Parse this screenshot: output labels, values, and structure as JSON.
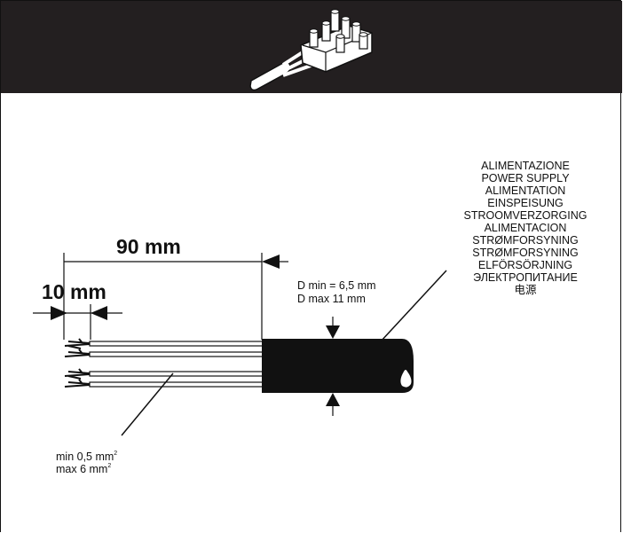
{
  "dimensions": {
    "strip_length": "90 mm",
    "wire_strip": "10 mm",
    "cable_diameter_min": "D min = 6,5 mm",
    "cable_diameter_max": "D max 11 mm"
  },
  "conductor": {
    "min_section": "min 0,5 mm",
    "max_section": "max 6 mm",
    "unit_exponent": "2"
  },
  "power_supply_labels": [
    "ALIMENTAZIONE",
    "POWER SUPPLY",
    "ALIMENTATION",
    "EINSPEISUNG",
    "STROOMVERZORGING",
    "ALIMENTACION",
    "STRØMFORSYNING",
    "STRØMFORSYNING",
    "ELFÖRSÖRJNING",
    "ЭЛЕКТРОПИТАНИЕ",
    "电源"
  ],
  "colors": {
    "header_band": "#231f20",
    "ink": "#111111",
    "paper": "#ffffff"
  }
}
